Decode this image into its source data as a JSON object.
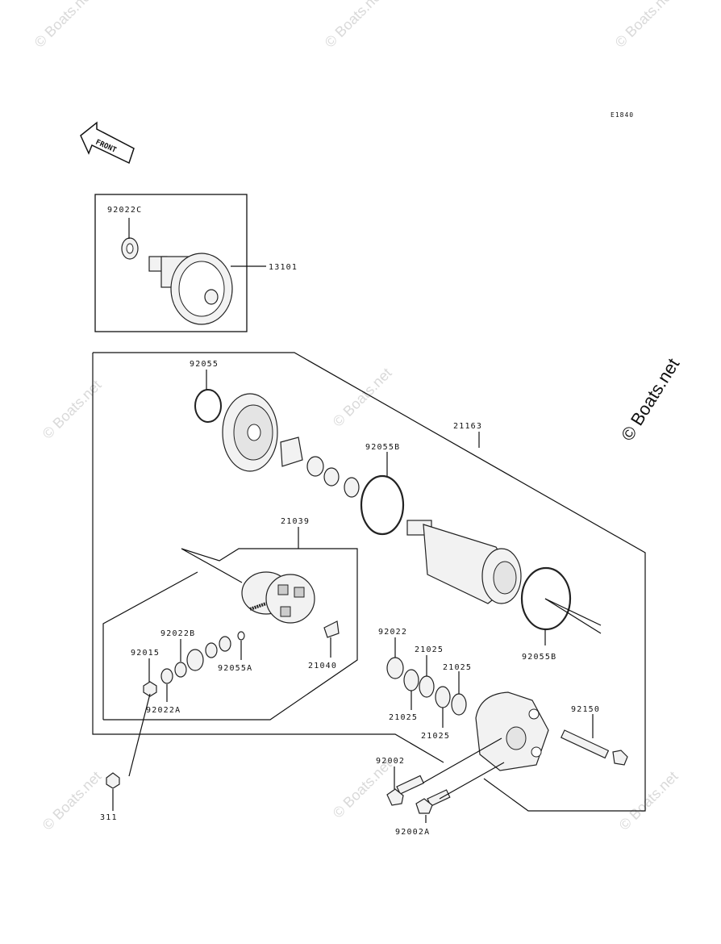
{
  "diagram": {
    "ref_code": "E1840",
    "front_label": "FRONT",
    "watermark": "Boats.net",
    "watermark_side": "© Boats.net",
    "parts": [
      {
        "id": "p92022C",
        "label": "92022C"
      },
      {
        "id": "p13101",
        "label": "13101"
      },
      {
        "id": "p92055",
        "label": "92055"
      },
      {
        "id": "p21163",
        "label": "21163"
      },
      {
        "id": "p92055B_top",
        "label": "92055B"
      },
      {
        "id": "p21039",
        "label": "21039"
      },
      {
        "id": "p92022B",
        "label": "92022B"
      },
      {
        "id": "p92015",
        "label": "92015"
      },
      {
        "id": "p92055A",
        "label": "92055A"
      },
      {
        "id": "p21040",
        "label": "21040"
      },
      {
        "id": "p92022A",
        "label": "92022A"
      },
      {
        "id": "p92022",
        "label": "92022"
      },
      {
        "id": "p21025_a",
        "label": "21025"
      },
      {
        "id": "p21025_b",
        "label": "21025"
      },
      {
        "id": "p21025_c",
        "label": "21025"
      },
      {
        "id": "p21025_d",
        "label": "21025"
      },
      {
        "id": "p92055B_bot",
        "label": "92055B"
      },
      {
        "id": "p92150",
        "label": "92150"
      },
      {
        "id": "p92002",
        "label": "92002"
      },
      {
        "id": "p311",
        "label": "311"
      },
      {
        "id": "p92002A",
        "label": "92002A"
      }
    ]
  }
}
